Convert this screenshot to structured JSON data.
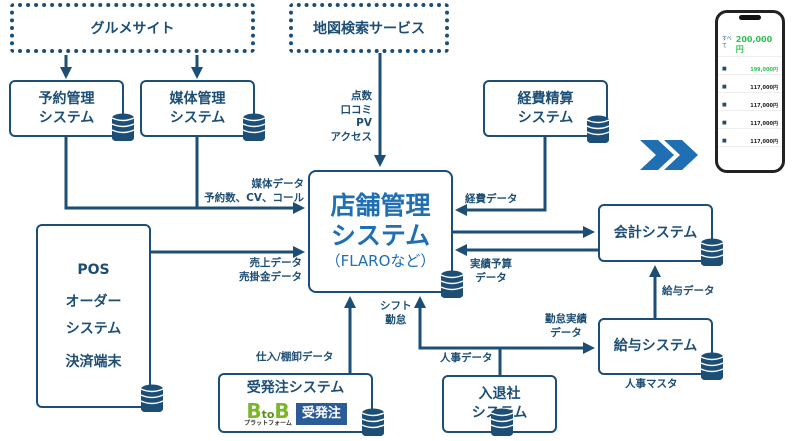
{
  "colors": {
    "primary": "#1d4e75",
    "accent": "#1f6fb2",
    "btob_green": "#7ab829",
    "badge": "#2c5c96"
  },
  "external": {
    "gourmet": "グルメサイト",
    "map": "地図検索サービス"
  },
  "systems": {
    "reservation": [
      "予約管理",
      "システム"
    ],
    "media": [
      "媒体管理",
      "システム"
    ],
    "expense": [
      "経費精算",
      "システム"
    ],
    "center": {
      "line1": "店舗管理",
      "line2": "システム",
      "sub": "（FLAROなど）"
    },
    "pos": [
      "POS",
      "オーダー",
      "システム",
      "決済端末"
    ],
    "accounting": "会計システム",
    "payroll": "給与システム",
    "ordering": {
      "title": "受発注システム",
      "logo_b1": "B",
      "logo_to": "to",
      "logo_b2": "B",
      "logo_sub": "プラットフォーム",
      "badge": "受発注"
    },
    "hr": [
      "入退社",
      "システム"
    ]
  },
  "labels": {
    "map_data": [
      "点数",
      "口コミ",
      "PV",
      "アクセス"
    ],
    "media_data": [
      "媒体データ",
      "予約数、CV、コール"
    ],
    "expense_data": "経費データ",
    "sales_data": [
      "売上データ",
      "売掛金データ"
    ],
    "budget_data": [
      "実績予算",
      "データ"
    ],
    "stock_data": "仕入/棚卸データ",
    "shift": [
      "シフト",
      "勤怠"
    ],
    "attendance_data": [
      "勤怠実績",
      "データ"
    ],
    "hr_data": "人事データ",
    "payroll_data": "給与データ",
    "hr_master": "人事マスタ"
  },
  "phone": {
    "total_label": "すべて",
    "total": "200,000円",
    "rows": [
      "199,000円",
      "117,000円",
      "117,000円",
      "117,000円",
      "117,000円"
    ]
  },
  "icons": [
    "database-icon",
    "chevron-double-right-icon",
    "smartphone-icon"
  ]
}
